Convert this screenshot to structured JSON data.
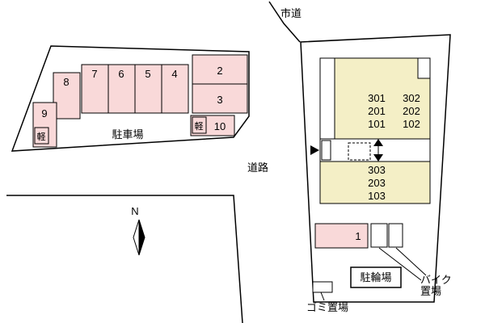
{
  "colors": {
    "stall_pink": "#f9d9d9",
    "building_yellow": "#f4efc6",
    "outline": "#000000"
  },
  "roads": {
    "city_road_label": "市道",
    "road_label": "道路"
  },
  "compass": {
    "north_label": "N"
  },
  "parking_lot": {
    "area_label": "駐車場",
    "kei_label": "軽",
    "stalls": {
      "n1": "1",
      "n2": "2",
      "n3": "3",
      "n4": "4",
      "n5": "5",
      "n6": "6",
      "n7": "7",
      "n8": "8",
      "n9": "9",
      "n10": "10"
    }
  },
  "building": {
    "col1": [
      "301",
      "201",
      "101"
    ],
    "col2": [
      "302",
      "202",
      "102"
    ],
    "col3": [
      "303",
      "203",
      "103"
    ]
  },
  "facilities": {
    "bicycle_parking_label": "駐輪場",
    "bike_storage_line1": "バイク",
    "bike_storage_line2": "置場",
    "garbage_label": "ゴミ置場"
  }
}
